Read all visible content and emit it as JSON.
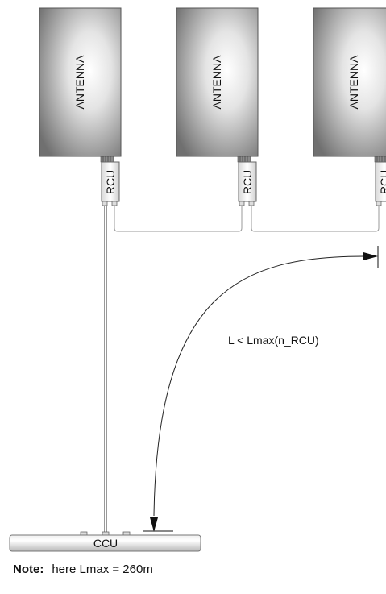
{
  "antennas": [
    {
      "label": "ANTENNA",
      "rcu_label": "RCU"
    },
    {
      "label": "ANTENNA",
      "rcu_label": "RCU"
    },
    {
      "label": "ANTENNA",
      "rcu_label": "RCU"
    }
  ],
  "ccu": {
    "label": "CCU"
  },
  "length_label": "L < Lmax(n_RCU)",
  "note": {
    "label": "Note:",
    "text": "here Lmax = 260m"
  }
}
